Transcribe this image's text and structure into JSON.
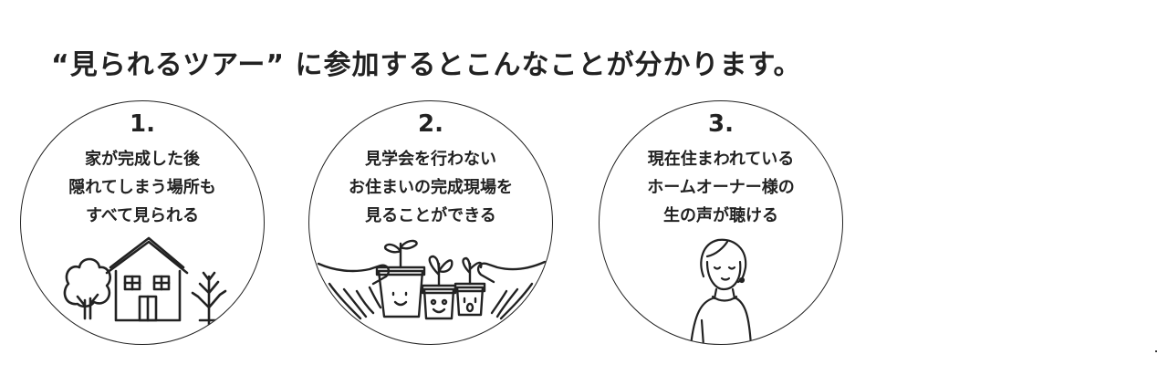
{
  "headline": "“見られるツアー” に参加するとこんなことが分かります。",
  "cards": [
    {
      "number": "1.",
      "lines": [
        "家が完成した後",
        "隠れてしまう場所も",
        "すべて見られる"
      ],
      "icon": "house-trees-illustration"
    },
    {
      "number": "2.",
      "lines": [
        "見学会を行わない",
        "お住まいの完成現場を",
        "見ることができる"
      ],
      "icon": "hands-plants-illustration"
    },
    {
      "number": "3.",
      "lines": [
        "現在住まわれている",
        "ホームオーナー様の",
        "生の声が聴ける"
      ],
      "icon": "person-illustration"
    }
  ],
  "colors": {
    "ink": "#222222",
    "background": "#ffffff"
  }
}
